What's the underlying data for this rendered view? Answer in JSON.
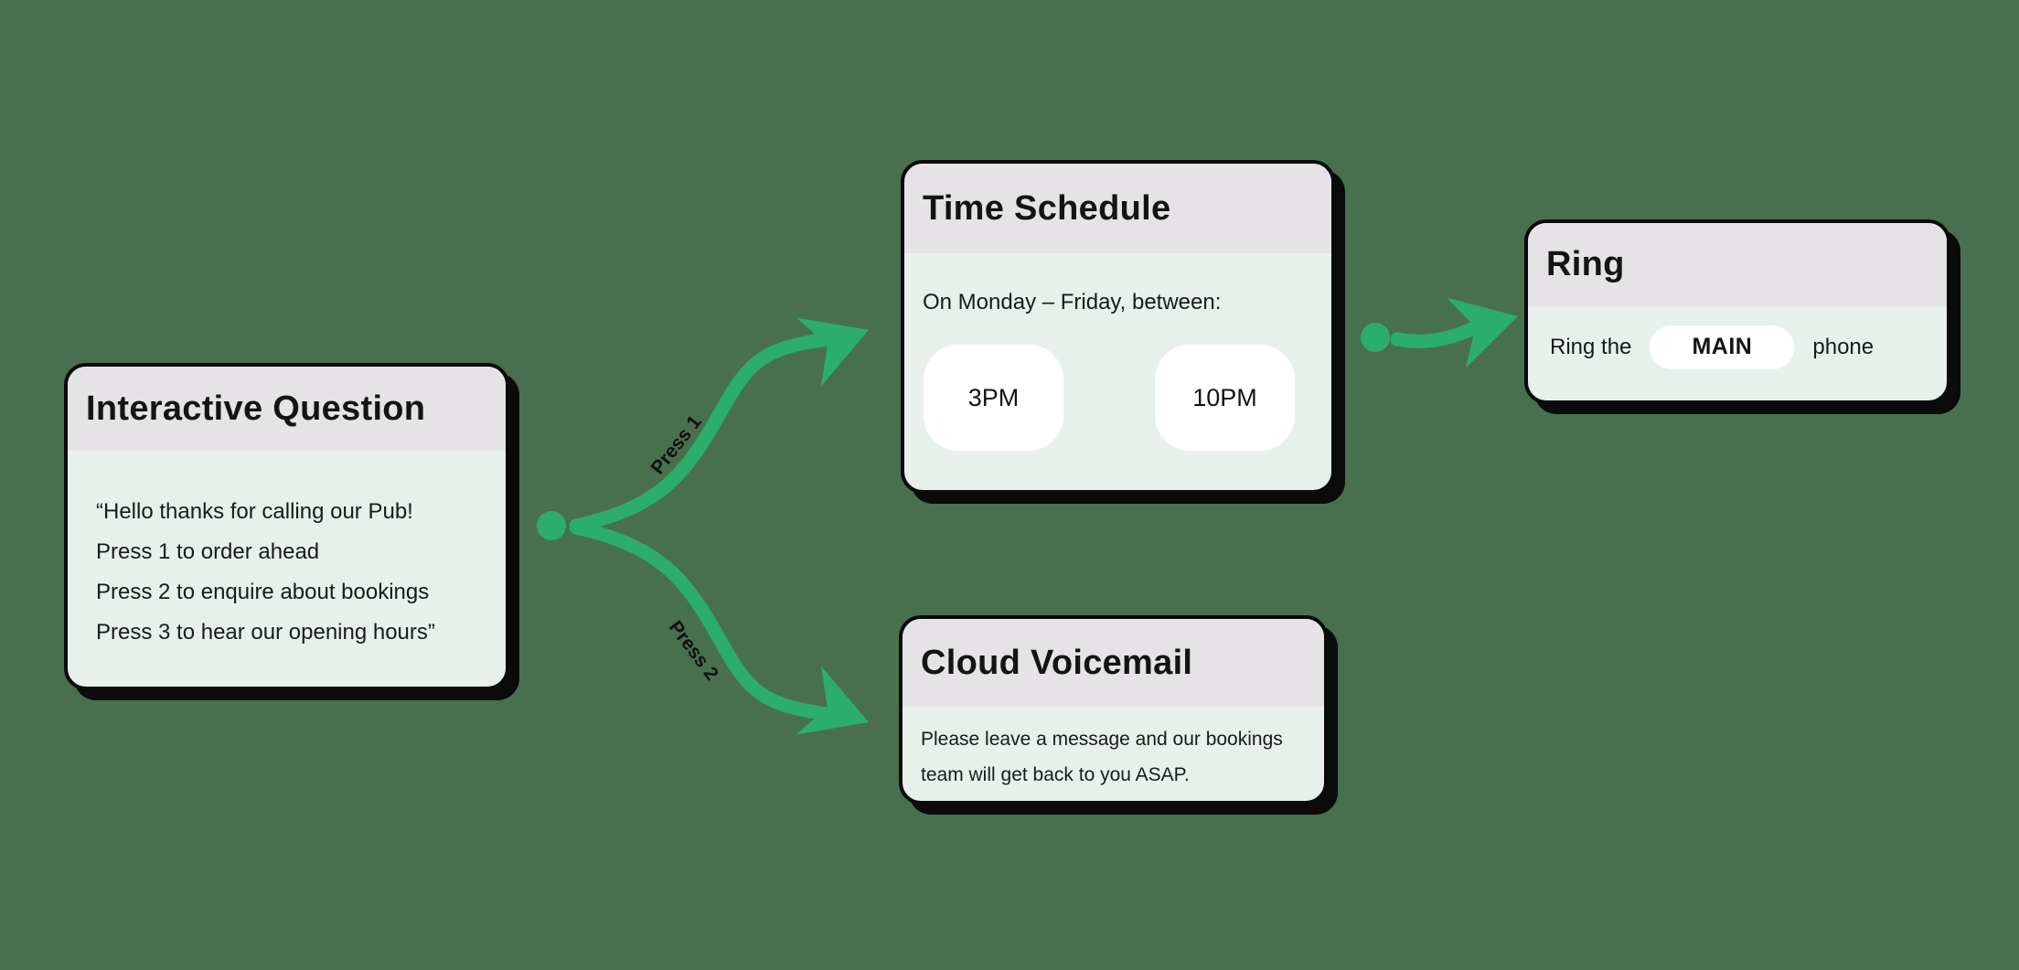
{
  "colors": {
    "background": "#48704F",
    "accent_green": "#2BAE6A",
    "card_header": "#E5E3E5",
    "card_body": "#E7F0EA",
    "pill_white": "#FFFFFF",
    "ink": "#141414"
  },
  "nodes": {
    "interactive_question": {
      "title": "Interactive Question",
      "lines": [
        "“Hello thanks for calling our Pub!",
        "Press 1 to order ahead",
        "Press 2 to enquire about bookings",
        "Press 3 to hear our opening hours”"
      ]
    },
    "time_schedule": {
      "title": "Time Schedule",
      "subtitle": "On Monday – Friday, between:",
      "time_options": [
        "3PM",
        "10PM"
      ]
    },
    "cloud_voicemail": {
      "title": "Cloud Voicemail",
      "lines": [
        "Please leave a message and our bookings",
        "team will get back to you ASAP."
      ]
    },
    "ring": {
      "title": "Ring",
      "text_before": "Ring the",
      "phone_label": "MAIN",
      "text_after": "phone"
    }
  },
  "edges": {
    "press_1": {
      "label": "Press 1"
    },
    "press_2": {
      "label": "Press 2"
    }
  }
}
